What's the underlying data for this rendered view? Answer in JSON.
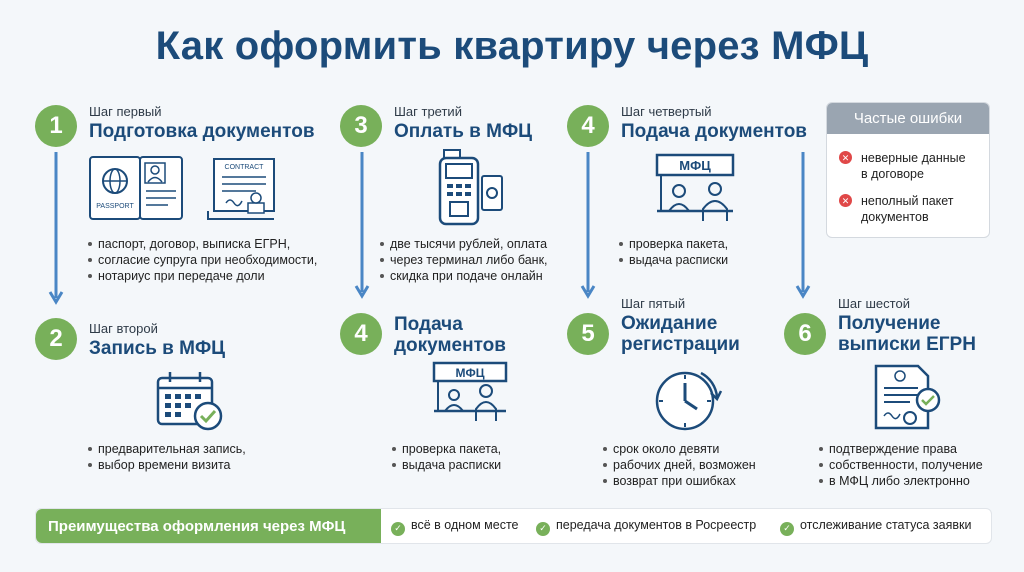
{
  "title": "Как оформить квартиру через МФЦ",
  "steps": [
    {
      "num": "1",
      "kicker": "Шаг первый",
      "heading": [
        "Подготовка документов"
      ],
      "bullets": [
        "паспорт, договор, выписка ЕГРН,",
        "согласие супруга при необходимости,",
        "нотариус при передаче доли"
      ],
      "icon": "passport-and-contract-icon",
      "icon_labels": {
        "passport": "PASSPORT",
        "contract": "CONTRACT"
      }
    },
    {
      "num": "2",
      "kicker": "Шаг второй",
      "heading": [
        "Запись в МФЦ"
      ],
      "bullets": [
        "предварительная запись,",
        "выбор времени визита"
      ],
      "icon": "calendar-check-icon"
    },
    {
      "num": "3",
      "kicker": "Шаг третий",
      "heading": [
        "Оплать в МФЦ"
      ],
      "bullets": [
        "две тысячи рублей, оплата",
        "через терминал либо банк,",
        "скидка при подаче онлайн"
      ],
      "icon": "payment-terminal-icon"
    },
    {
      "num": "4",
      "kicker": "",
      "heading": [
        "Подача",
        "документов"
      ],
      "bullets": [
        "проверка пакета,",
        "выдача расписки"
      ],
      "icon": "mfc-counter-icon",
      "icon_label": "МФЦ"
    },
    {
      "num": "4",
      "kicker": "Шаг четвертый",
      "heading": [
        "Подача документов"
      ],
      "bullets": [
        "проверка пакета,",
        "выдача расписки"
      ],
      "icon": "mfc-counter-icon",
      "icon_label": "МФЦ"
    },
    {
      "num": "5",
      "kicker": "Шаг пятый",
      "heading": [
        "Ожидание",
        "регистрации"
      ],
      "bullets": [
        "срок около девяти",
        "рабочих дней, возможен",
        "возврат при ошибках"
      ],
      "icon": "clock-icon"
    },
    {
      "num": "6",
      "kicker": "Шаг шестой",
      "heading": [
        "Получение",
        "выписки ЕГРН"
      ],
      "bullets": [
        "подтверждение права",
        "собственности, получение",
        "в МФЦ либо электронно"
      ],
      "icon": "certificate-icon"
    }
  ],
  "errors": {
    "title": "Частые ошибки",
    "items": [
      [
        "неверные данные",
        "в договоре"
      ],
      [
        "неполный пакет",
        "документов"
      ]
    ]
  },
  "advantages": {
    "title": "Преимущества оформления через МФЦ",
    "items": [
      "всё в одном месте",
      "передача документов в Росреестр",
      "отслеживание статуса заявки"
    ]
  },
  "colors": {
    "accent": "#78b05a",
    "heading": "#1c4b7a",
    "arrow": "#4a86c5",
    "error": "#e04848"
  }
}
